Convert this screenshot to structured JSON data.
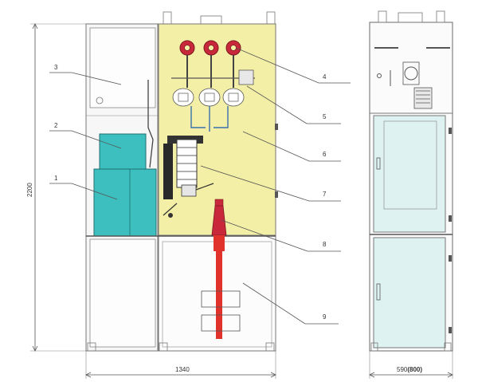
{
  "callouts": {
    "c1": "1",
    "c2": "2",
    "c3": "3",
    "c4": "4",
    "c5": "5",
    "c6": "6",
    "c7": "7",
    "c8": "8",
    "c9": "9"
  },
  "dimensions": {
    "height": "2200",
    "front_width": "1340",
    "side_width_main": "590",
    "side_width_alt": "(800)"
  },
  "colors": {
    "compartment_yellow": "#f3efa6",
    "unit_teal": "#3dbfbf",
    "window_teal": "#dff2f2",
    "terminal_red": "#c8283a",
    "cable_red": "#e0322a"
  }
}
